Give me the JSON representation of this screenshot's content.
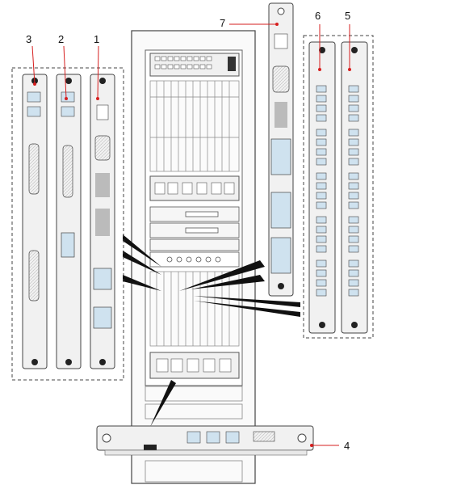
{
  "callouts": [
    {
      "id": "1",
      "text": "1"
    },
    {
      "id": "2",
      "text": "2"
    },
    {
      "id": "3",
      "text": "3"
    },
    {
      "id": "4",
      "text": "4"
    },
    {
      "id": "5",
      "text": "5"
    },
    {
      "id": "6",
      "text": "6"
    },
    {
      "id": "7",
      "text": "7"
    }
  ],
  "colors": {
    "callout_line": "#d61f1f",
    "outline": "#444444",
    "board_fill": "#f1f1f1",
    "chassis_fill": "#fafafa",
    "port_fill": "#cfe2ef",
    "dark": "#222222"
  }
}
